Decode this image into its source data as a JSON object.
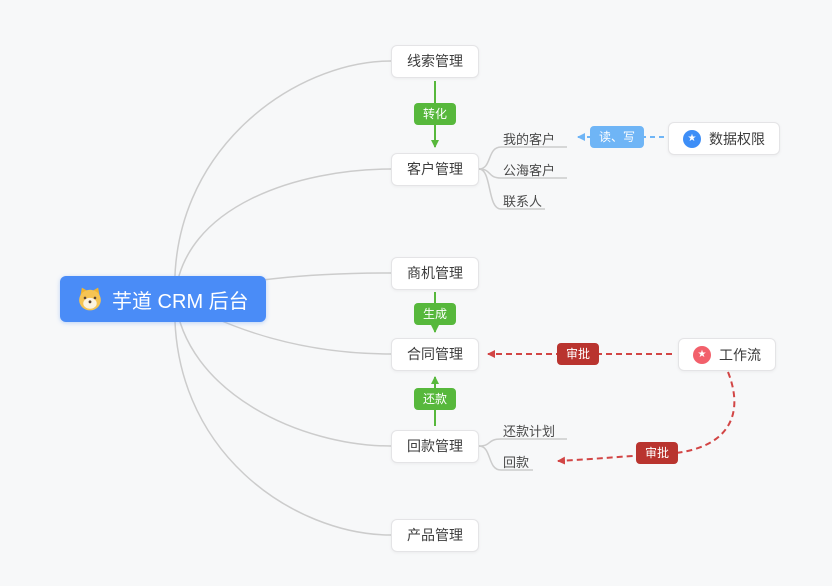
{
  "title": "芋道 CRM 后台",
  "nodes": {
    "leads": "线索管理",
    "customers": "客户管理",
    "opportunities": "商机管理",
    "contracts": "合同管理",
    "payments": "回款管理",
    "products": "产品管理",
    "data_permission": "数据权限",
    "workflow": "工作流"
  },
  "children": {
    "my_customers": "我的客户",
    "public_sea_customers": "公海客户",
    "contacts": "联系人",
    "repayment_plan": "还款计划",
    "repayment": "回款"
  },
  "badges": {
    "convert": "转化",
    "read_write": "读、写",
    "generate": "生成",
    "repay": "还款",
    "approve_contract": "审批",
    "approve_payment": "审批"
  },
  "icons": {
    "star": "★"
  },
  "colors": {
    "root_bg": "#4a8cf7",
    "node_border": "#e4e4e6",
    "green": "#57b83c",
    "badge_blue": "#6fb5f6",
    "badge_red": "#b9342f",
    "dashed_blue": "#6fb5f6",
    "dashed_red": "#d24545",
    "branch_gray": "#cccccc",
    "background": "#f7f8f9"
  }
}
